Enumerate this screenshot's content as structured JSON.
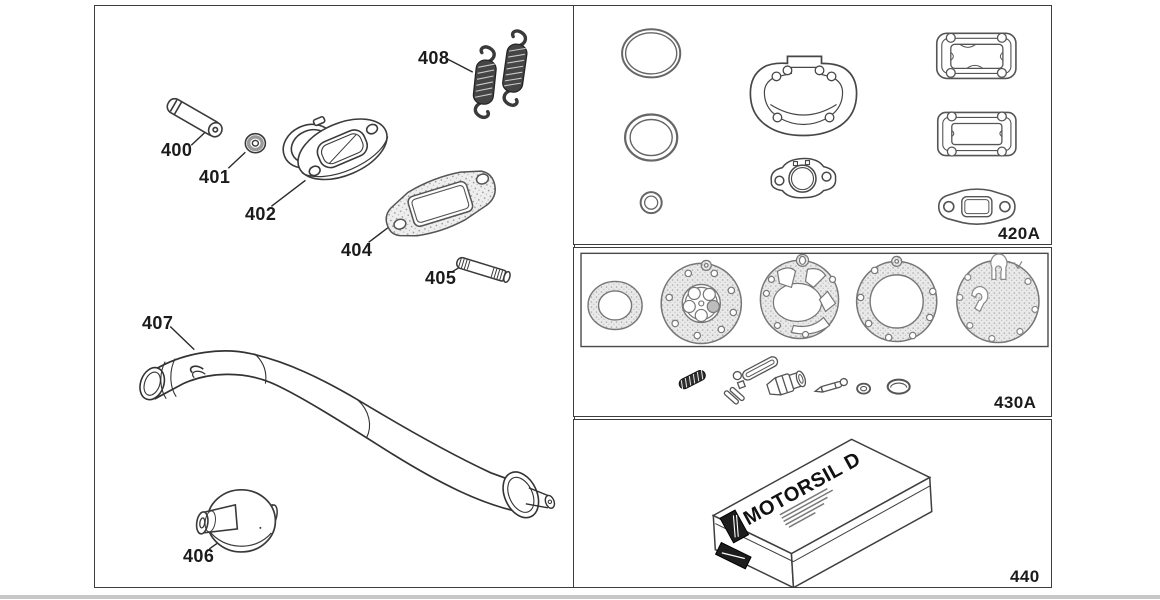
{
  "colors": {
    "background": "#ffffff",
    "line": "#2e2e2e",
    "panel_border": "#3d3d3d",
    "gasket_fill": "#ebebeb",
    "spring_fill": "#3f3f3f",
    "footer_strip": "#c7c7c7"
  },
  "left_panel": {
    "callouts": {
      "c400": "400",
      "c401": "401",
      "c402": "402",
      "c404": "404",
      "c405": "405",
      "c406": "406",
      "c407": "407",
      "c408": "408"
    }
  },
  "panels": {
    "gasket_set": {
      "code": "420A"
    },
    "carb_kit": {
      "code": "430A"
    },
    "sealant": {
      "code": "440",
      "product": "MOTORSIL D"
    }
  }
}
